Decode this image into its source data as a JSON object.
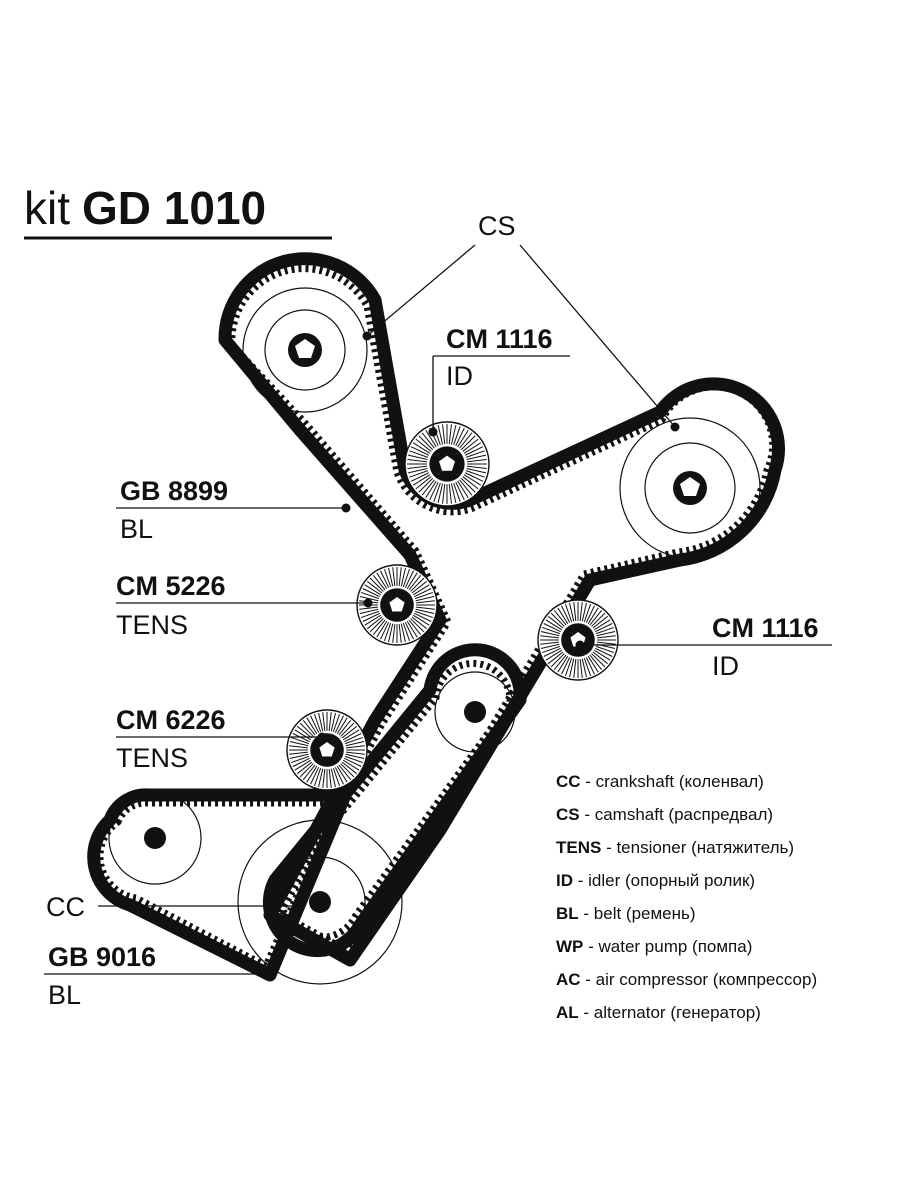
{
  "title": {
    "prefix": "kit",
    "code": "GD 1010"
  },
  "callouts": {
    "cs": "CS",
    "cm1116_top": {
      "code": "CM 1116",
      "type": "ID"
    },
    "gb8899": {
      "code": "GB 8899",
      "type": "BL"
    },
    "cm5226": {
      "code": "CM 5226",
      "type": "TENS"
    },
    "cm1116_right": {
      "code": "CM 1116",
      "type": "ID"
    },
    "cm6226": {
      "code": "CM 6226",
      "type": "TENS"
    },
    "cc": "CC",
    "gb9016": {
      "code": "GB 9016",
      "type": "BL"
    }
  },
  "legend": [
    {
      "abbr": "CC",
      "desc": " - crankshaft (коленвал)"
    },
    {
      "abbr": "CS",
      "desc": " - camshaft (распредвал)"
    },
    {
      "abbr": "TENS",
      "desc": " - tensioner (натяжитель)"
    },
    {
      "abbr": "ID",
      "desc": " - idler (опорный ролик)"
    },
    {
      "abbr": "BL",
      "desc": " - belt (ремень)"
    },
    {
      "abbr": "WP",
      "desc": " - water pump (помпа)"
    },
    {
      "abbr": "AC",
      "desc": " - air compressor (компрессор)"
    },
    {
      "abbr": "AL",
      "desc": " - alternator (генератор)"
    }
  ],
  "colors": {
    "ink": "#111111",
    "background": "#ffffff"
  }
}
